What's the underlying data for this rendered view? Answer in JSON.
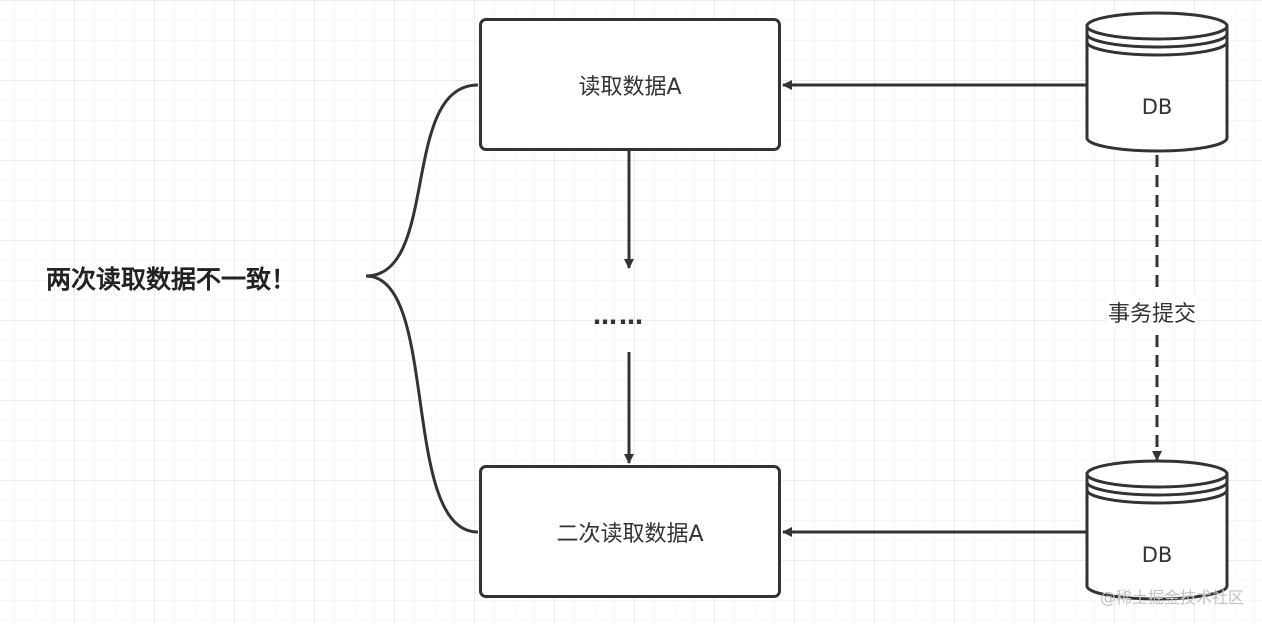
{
  "nodes": {
    "first_read": "读取数据A",
    "second_read": "二次读取数据A",
    "db_top": "DB",
    "db_bottom": "DB"
  },
  "ellipsis": "……",
  "commit_label": "事务提交",
  "side_note": "两次读取数据不一致！",
  "watermark": "@稀土掘金技术社区",
  "colors": {
    "stroke": "#333333",
    "grid": "#ebebeb",
    "background": "#ffffff"
  }
}
